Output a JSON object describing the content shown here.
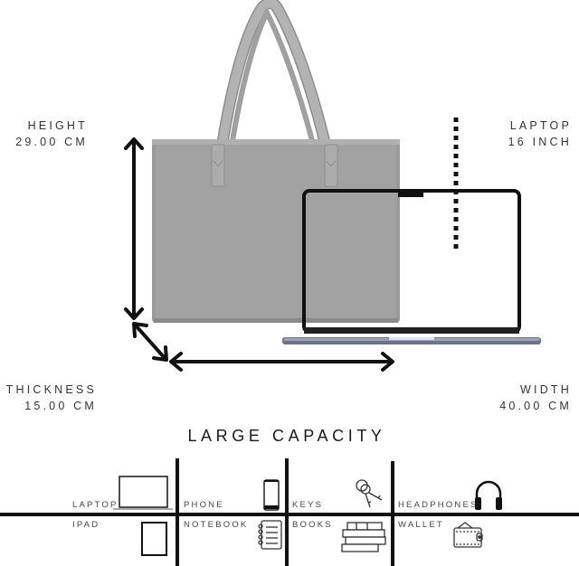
{
  "dimensions": {
    "height": {
      "label": "HEIGHT",
      "value": "29.00 CM"
    },
    "laptop": {
      "label": "LAPTOP",
      "value": "16 INCH"
    },
    "thickness": {
      "label": "THICKNESS",
      "value": "15.00 CM"
    },
    "width": {
      "label": "WIDTH",
      "value": "40.00 CM"
    }
  },
  "product": {
    "bag_color": "#9b9b9b",
    "handle_color": "#a6a6a6",
    "laptop_base_color": "#5b6478"
  },
  "capacity": {
    "title": "LARGE CAPACITY",
    "items": [
      {
        "label": "LAPTOP",
        "icon": "laptop-icon"
      },
      {
        "label": "PHONE",
        "icon": "phone-icon"
      },
      {
        "label": "KEYS",
        "icon": "keys-icon"
      },
      {
        "label": "HEADPHONES",
        "icon": "headphones-icon"
      },
      {
        "label": "IPAD",
        "icon": "tablet-icon"
      },
      {
        "label": "NOTEBOOK",
        "icon": "notebook-icon"
      },
      {
        "label": "BOOKS",
        "icon": "books-icon"
      },
      {
        "label": "WALLET",
        "icon": "wallet-icon"
      }
    ]
  }
}
